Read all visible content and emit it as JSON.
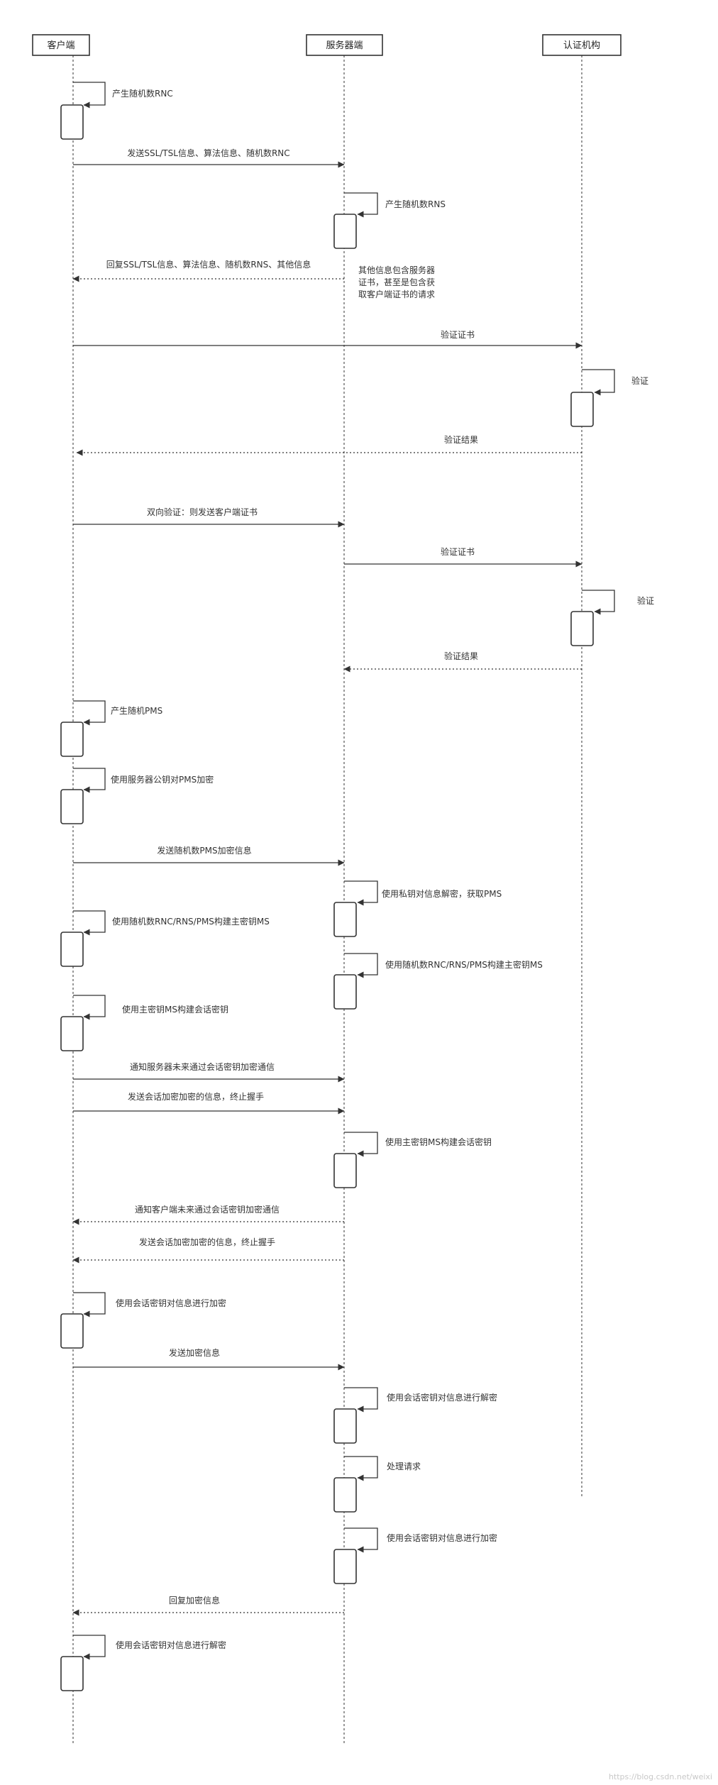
{
  "participants": [
    {
      "id": "client",
      "label": "客户端"
    },
    {
      "id": "server",
      "label": "服务器端"
    },
    {
      "id": "ca",
      "label": "认证机构"
    }
  ],
  "steps": [
    {
      "type": "self",
      "lane": "client",
      "label": "产生随机数RNC"
    },
    {
      "type": "msg",
      "from": "client",
      "to": "server",
      "style": "solid",
      "label": "发送SSL/TSL信息、算法信息、随机数RNC"
    },
    {
      "type": "self",
      "lane": "server",
      "label": "产生随机数RNS"
    },
    {
      "type": "msg",
      "from": "server",
      "to": "client",
      "style": "dotted",
      "label": "回复SSL/TSL信息、算法信息、随机数RNS、其他信息"
    },
    {
      "type": "msg",
      "from": "client",
      "to": "ca",
      "style": "solid",
      "label": "验证证书"
    },
    {
      "type": "self",
      "lane": "ca",
      "label": "验证"
    },
    {
      "type": "msg",
      "from": "ca",
      "to": "client",
      "style": "dotted",
      "label": "验证结果"
    },
    {
      "type": "msg",
      "from": "client",
      "to": "server",
      "style": "solid",
      "label": "双向验证：则发送客户端证书"
    },
    {
      "type": "msg",
      "from": "server",
      "to": "ca",
      "style": "solid",
      "label": "验证证书"
    },
    {
      "type": "self",
      "lane": "ca",
      "label": "验证"
    },
    {
      "type": "msg",
      "from": "ca",
      "to": "server",
      "style": "dotted",
      "label": "验证结果"
    },
    {
      "type": "self",
      "lane": "client",
      "label": "产生随机PMS"
    },
    {
      "type": "self",
      "lane": "client",
      "label": "使用服务器公钥对PMS加密"
    },
    {
      "type": "msg",
      "from": "client",
      "to": "server",
      "style": "solid",
      "label": "发送随机数PMS加密信息"
    },
    {
      "type": "self",
      "lane": "server",
      "label": "使用私钥对信息解密，获取PMS"
    },
    {
      "type": "self",
      "lane": "client",
      "label": "使用随机数RNC/RNS/PMS构建主密钥MS"
    },
    {
      "type": "self",
      "lane": "server",
      "label": "使用随机数RNC/RNS/PMS构建主密钥MS"
    },
    {
      "type": "self",
      "lane": "client",
      "label": "使用主密钥MS构建会话密钥"
    },
    {
      "type": "msg",
      "from": "client",
      "to": "server",
      "style": "solid",
      "label": "通知服务器未来通过会话密钥加密通信"
    },
    {
      "type": "msg",
      "from": "client",
      "to": "server",
      "style": "solid",
      "label": "发送会话加密加密的信息，终止握手"
    },
    {
      "type": "self",
      "lane": "server",
      "label": "使用主密钥MS构建会话密钥"
    },
    {
      "type": "msg",
      "from": "server",
      "to": "client",
      "style": "dotted",
      "label": "通知客户端未来通过会话密钥加密通信"
    },
    {
      "type": "msg",
      "from": "server",
      "to": "client",
      "style": "dotted",
      "label": "发送会话加密加密的信息，终止握手"
    },
    {
      "type": "self",
      "lane": "client",
      "label": "使用会话密钥对信息进行加密"
    },
    {
      "type": "msg",
      "from": "client",
      "to": "server",
      "style": "solid",
      "label": "发送加密信息"
    },
    {
      "type": "self",
      "lane": "server",
      "label": "使用会话密钥对信息进行解密"
    },
    {
      "type": "self",
      "lane": "server",
      "label": "处理请求"
    },
    {
      "type": "self",
      "lane": "server",
      "label": "使用会话密钥对信息进行加密"
    },
    {
      "type": "msg",
      "from": "server",
      "to": "client",
      "style": "dotted",
      "label": "回复加密信息"
    },
    {
      "type": "self",
      "lane": "client",
      "label": "使用会话密钥对信息进行解密"
    }
  ],
  "notes": [
    {
      "lane": "server",
      "lines": [
        "其他信息包含服务器",
        "证书，甚至是包含获",
        "取客户端证书的请求"
      ]
    }
  ],
  "watermark": "https://blog.csdn.net/weixi",
  "colors": {
    "line": "#333333",
    "lifeline": "#555555",
    "text": "#333333",
    "watermark": "#c8c8c8"
  }
}
